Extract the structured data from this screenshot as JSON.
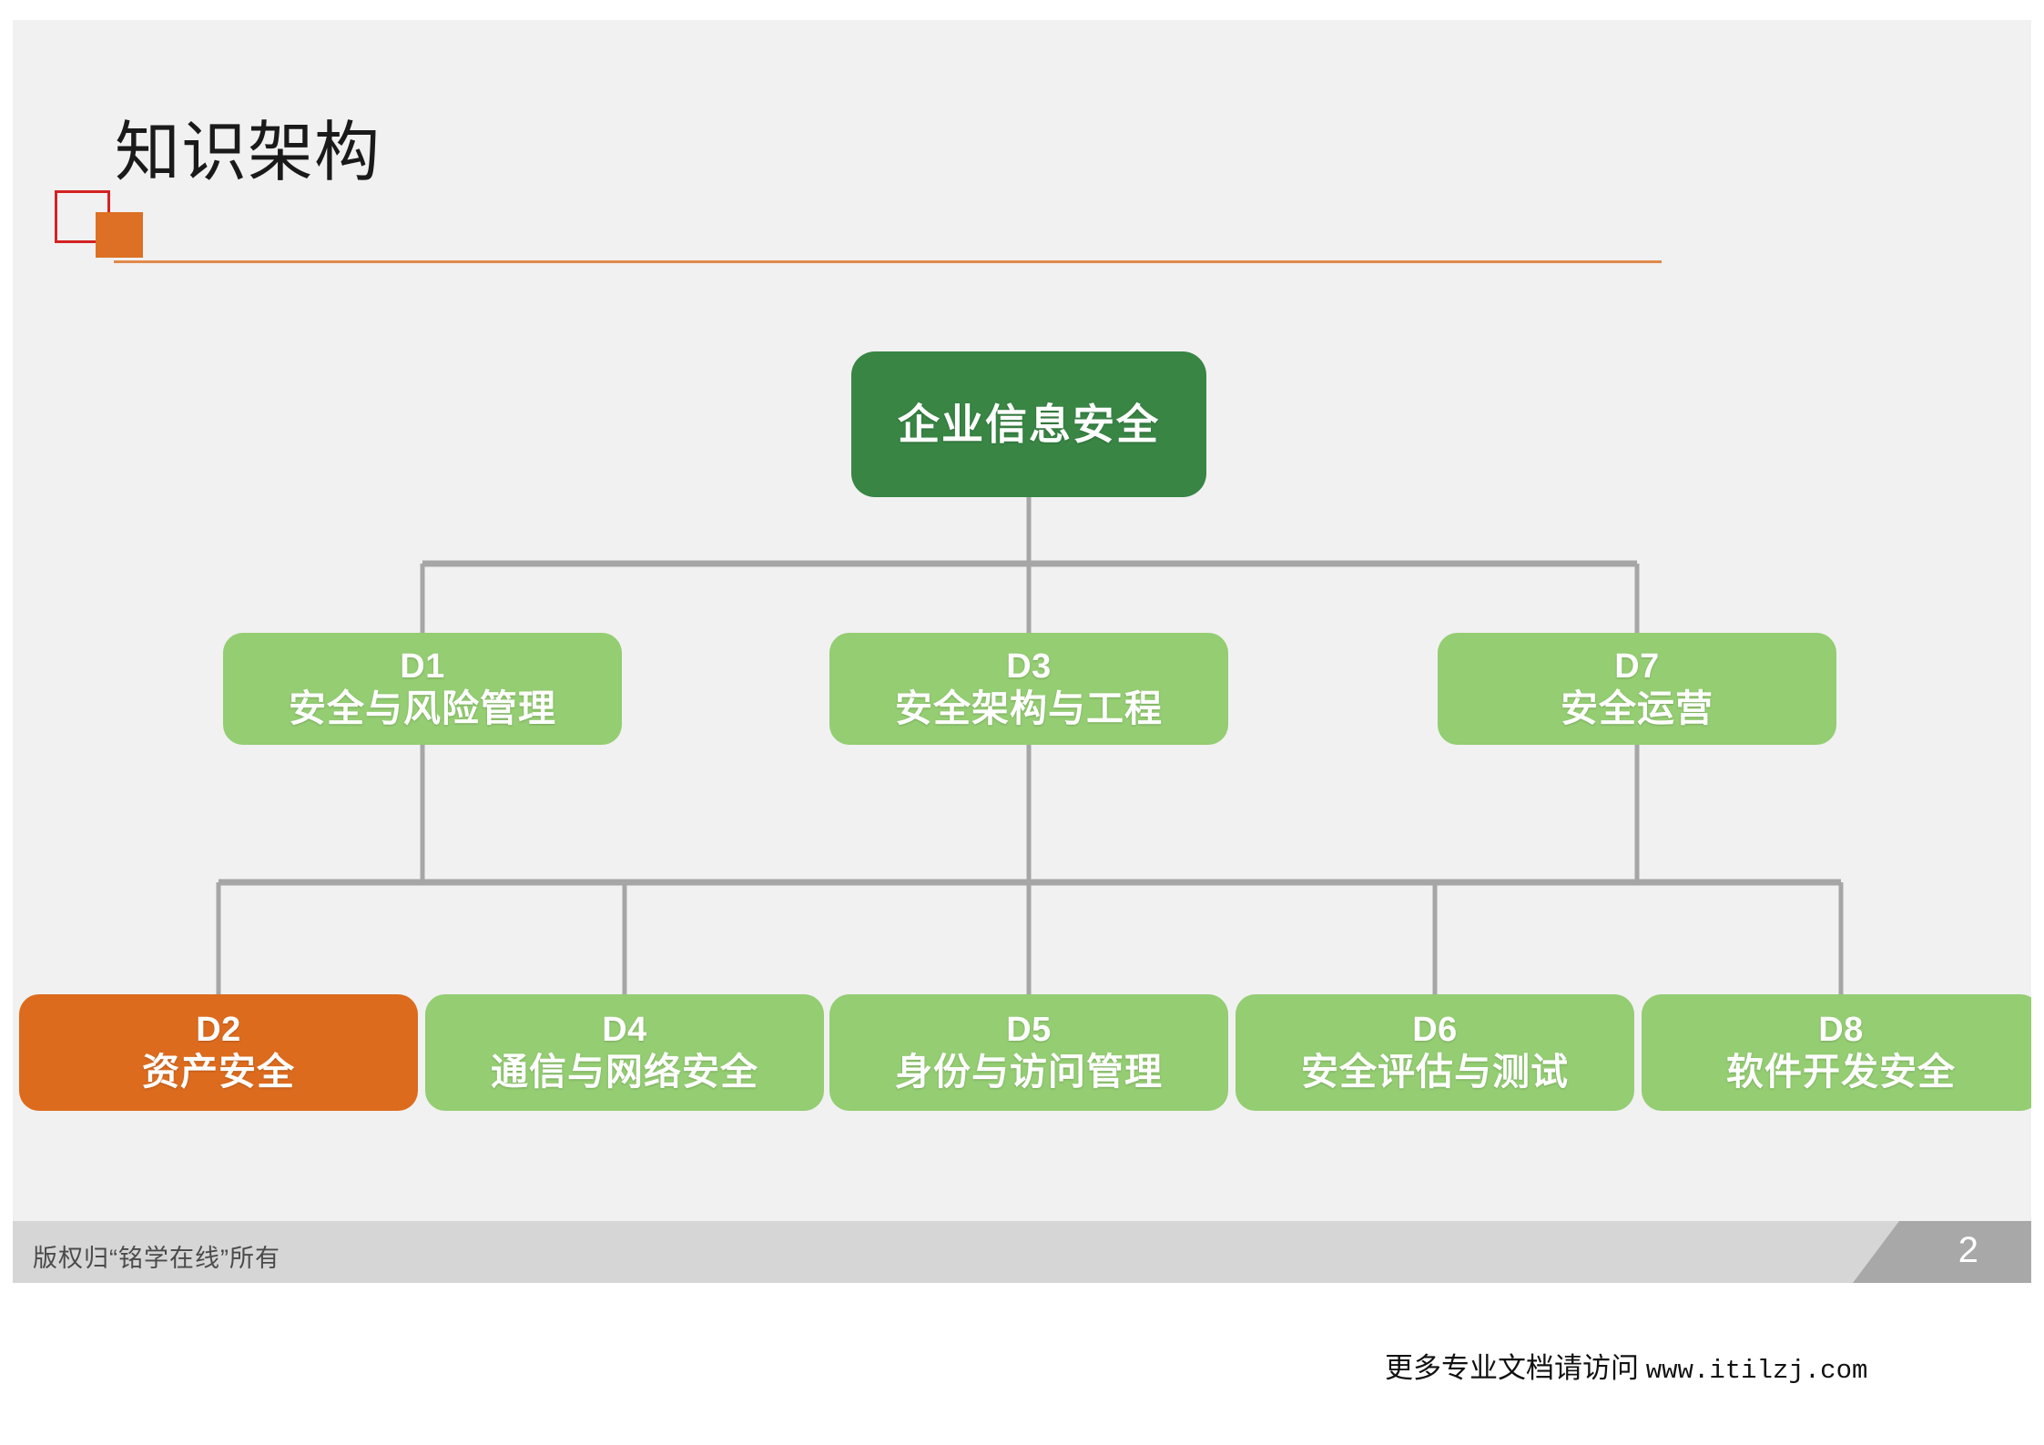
{
  "slide": {
    "title": "知识架构",
    "accent_orange": "#dd7024",
    "accent_red": "#d42222",
    "background": "#f1f1f1"
  },
  "diagram": {
    "type": "org-tree",
    "root": {
      "code": "",
      "label": "企业信息安全",
      "color": "#388544"
    },
    "level2": [
      {
        "code": "D1",
        "label": "安全与风险管理",
        "color": "#94cd72"
      },
      {
        "code": "D3",
        "label": "安全架构与工程",
        "color": "#94cd72"
      },
      {
        "code": "D7",
        "label": "安全运营",
        "color": "#94cd72"
      }
    ],
    "level3": [
      {
        "code": "D2",
        "label": "资产安全",
        "color": "#dd6b1e",
        "highlighted": true
      },
      {
        "code": "D4",
        "label": "通信与网络安全",
        "color": "#94cd72",
        "highlighted": false
      },
      {
        "code": "D5",
        "label": "身份与访问管理",
        "color": "#94cd72",
        "highlighted": false
      },
      {
        "code": "D6",
        "label": "安全评估与测试",
        "color": "#94cd72",
        "highlighted": false
      },
      {
        "code": "D8",
        "label": "软件开发安全",
        "color": "#94cd72",
        "highlighted": false
      }
    ],
    "connector_color": "#a6a6a6"
  },
  "footer": {
    "copyright": "版权归“铭学在线”所有",
    "page_number": "2"
  },
  "watermark": {
    "prefix": "更多专业文档请访问 ",
    "url": "www.itilzj.com"
  }
}
